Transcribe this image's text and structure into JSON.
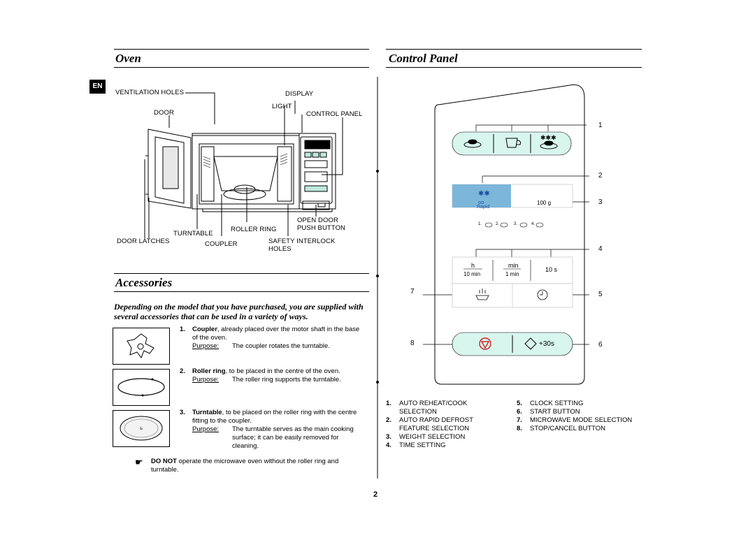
{
  "lang_badge": "EN",
  "oven": {
    "title": "Oven",
    "labels": {
      "ventilation_holes": "VENTILATION HOLES",
      "display": "DISPLAY",
      "light": "LIGHT",
      "door": "DOOR",
      "control_panel": "CONTROL PANEL",
      "open_door_push_button": "OPEN DOOR\nPUSH BUTTON",
      "roller_ring": "ROLLER RING",
      "turntable": "TURNTABLE",
      "door_latches": "DOOR LATCHES",
      "coupler": "COUPLER",
      "safety_interlock_holes": "SAFETY INTERLOCK\nHOLES"
    }
  },
  "accessories": {
    "title": "Accessories",
    "intro": "Depending on the model that you have purchased, you are supplied with several accessories that can be used in a variety of ways.",
    "items": [
      {
        "num": "1.",
        "name": "Coupler",
        "desc": ", already placed over the motor shaft in the base of the oven.",
        "purpose_label": "Purpose:",
        "purpose": "The coupler rotates the turntable."
      },
      {
        "num": "2.",
        "name": "Roller ring",
        "desc": ", to be placed in the centre of the oven.",
        "purpose_label": "Purpose:",
        "purpose": "The roller ring supports the turntable."
      },
      {
        "num": "3.",
        "name": "Turntable",
        "desc": ", to be placed on the roller ring with the centre fitting to the coupler.",
        "purpose_label": "Purpose:",
        "purpose": "The turntable serves as the main cooking surface; it can be easily removed for cleaning."
      }
    ],
    "note_bold": "DO NOT",
    "note": " operate the microwave oven without the roller ring and turntable."
  },
  "control_panel": {
    "title": "Control Panel",
    "weight_display": "100 g",
    "rapid_label": "Rapid",
    "defrost_items": [
      "1.",
      "2.",
      "3.",
      "4."
    ],
    "time": {
      "h": "h",
      "h_sub": "10 min",
      "min": "min",
      "min_sub": "1 min",
      "sec": "10 s"
    },
    "start_label": "+30s",
    "callouts": [
      "1",
      "2",
      "3",
      "4",
      "5",
      "6",
      "7",
      "8"
    ],
    "legend": [
      {
        "num": "1.",
        "text": "AUTO REHEAT/COOK\nSELECTION"
      },
      {
        "num": "2.",
        "text": "AUTO RAPID DEFROST\nFEATURE SELECTION"
      },
      {
        "num": "3.",
        "text": "WEIGHT SELECTION"
      },
      {
        "num": "4.",
        "text": "TIME SETTING"
      },
      {
        "num": "5.",
        "text": "CLOCK SETTING"
      },
      {
        "num": "6.",
        "text": "START BUTTON"
      },
      {
        "num": "7.",
        "text": "MICROWAVE MODE SELECTION"
      },
      {
        "num": "8.",
        "text": "STOP/CANCEL BUTTON"
      }
    ],
    "colors": {
      "button_fill": "#d8f5ee",
      "rapid_fill": "#7cb6d8"
    }
  },
  "page_number": "2"
}
